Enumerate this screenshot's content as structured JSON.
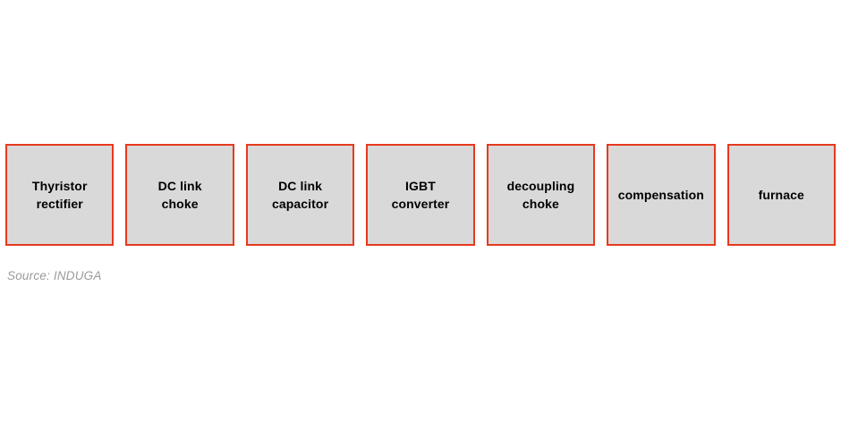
{
  "diagram": {
    "title": "",
    "blocks": [
      {
        "label": "Thyristor\nrectifier"
      },
      {
        "label": "DC link\nchoke"
      },
      {
        "label": "DC link\ncapacitor"
      },
      {
        "label": "IGBT\nconverter"
      },
      {
        "label": "decoupling\nchoke"
      },
      {
        "label": "compensation"
      },
      {
        "label": "furnace"
      }
    ],
    "source_note": "Source: INDUGA",
    "colors": {
      "box_fill": "#d9d9d9",
      "box_border": "#e8391d",
      "label_text": "#000000",
      "source_text": "#9a9a9a",
      "background": "#ffffff"
    }
  }
}
